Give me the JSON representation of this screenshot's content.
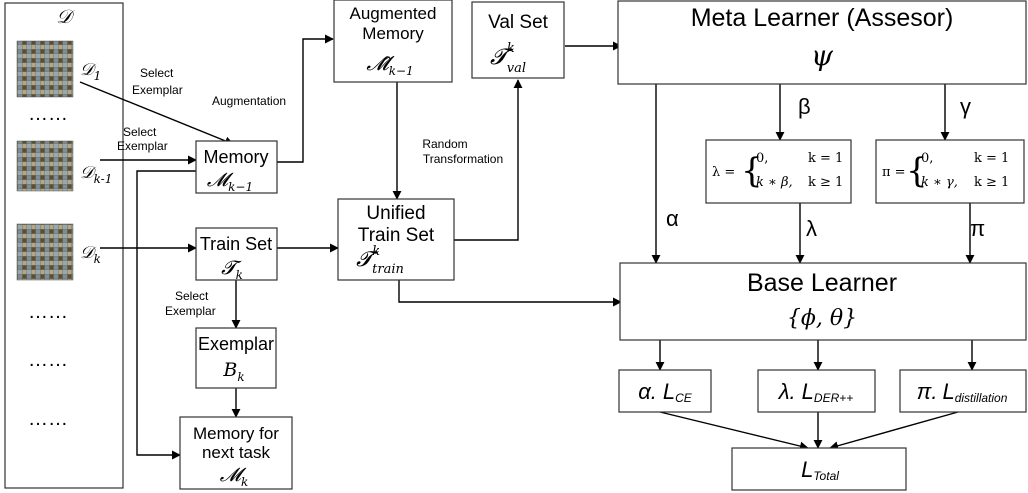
{
  "dataset_panel": {
    "title": "𝒟",
    "rows": [
      {
        "label": "𝒟",
        "subscript": "1"
      },
      {
        "label": "𝒟",
        "subscript": "k-1"
      },
      {
        "label": "𝒟",
        "subscript": "k"
      }
    ],
    "dots": "……"
  },
  "edge_labels": {
    "select_exemplar_1": [
      "Select",
      "Exemplar"
    ],
    "select_exemplar_2": [
      "Select",
      "Exemplar"
    ],
    "augmentation": "Augmentation",
    "random_transformation": [
      "Random",
      "Transformation"
    ],
    "select_exemplar_3": [
      "Select",
      "Exemplar"
    ],
    "beta": "β",
    "gamma": "γ",
    "alpha": "α",
    "lambda": "λ",
    "pi": "π"
  },
  "boxes": {
    "augmented_memory": {
      "title": [
        "Augmented",
        "Memory"
      ],
      "symbol": "𝓜̂",
      "sub": "k−1"
    },
    "val_set": {
      "title": "Val Set",
      "symbol": "𝓣",
      "sup": "k",
      "sub": "val"
    },
    "meta_learner": {
      "title": "Meta Learner (Assesor)",
      "symbol": "ψ"
    },
    "memory": {
      "title": "Memory",
      "symbol": "𝓜",
      "sub": "k−1"
    },
    "lambda_formula": {
      "lhs": "λ =",
      "case1": "0,",
      "cond1": "k = 1",
      "case2": "k ∗ β,",
      "cond2": "k ≥ 1"
    },
    "pi_formula": {
      "lhs": "π =",
      "case1": "0,",
      "cond1": "k = 1",
      "case2": "k ∗ γ,",
      "cond2": "k ≥ 1"
    },
    "train_set": {
      "title": "Train Set",
      "symbol": "𝓣",
      "sub": "k"
    },
    "unified_train_set": {
      "title": [
        "Unified",
        "Train Set"
      ],
      "symbol": "𝓣",
      "sup": "k",
      "sub": "train"
    },
    "base_learner": {
      "title": "Base Learner",
      "symbol": "{ϕ, θ}"
    },
    "exemplar": {
      "title": "Exemplar",
      "symbol": "B",
      "sub": "k"
    },
    "memory_next": {
      "title": [
        "Memory for",
        "next task"
      ],
      "symbol": "𝓜",
      "sub": "k"
    },
    "loss_ce": {
      "coef": "α.",
      "symbol": "L",
      "sub": "CE"
    },
    "loss_der": {
      "coef": "λ.",
      "symbol": "L",
      "sub": "DER++"
    },
    "loss_distill": {
      "coef": "π.",
      "symbol": "L",
      "sub": "distillation"
    },
    "loss_total": {
      "symbol": "L",
      "sub": "Total"
    }
  },
  "colors": {
    "stroke": "#333333",
    "arrow": "#000000",
    "background": "#ffffff"
  }
}
